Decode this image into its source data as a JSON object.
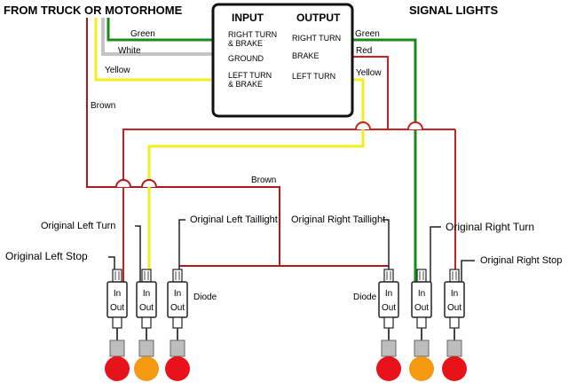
{
  "header": {
    "left_title": "FROM TRUCK OR MOTORHOME",
    "right_title": "SIGNAL LIGHTS"
  },
  "converter": {
    "input_heading": "INPUT",
    "output_heading": "OUTPUT",
    "input_rows": [
      [
        "RIGHT TURN",
        "& BRAKE"
      ],
      [
        "GROUND"
      ],
      [
        "LEFT TURN",
        "& BRAKE"
      ]
    ],
    "output_rows": [
      "RIGHT TURN",
      "BRAKE",
      "LEFT TURN"
    ]
  },
  "wires": {
    "green_in": "Green",
    "white": "White",
    "yellow_in": "Yellow",
    "brown_left": "Brown",
    "green_out": "Green",
    "red_out": "Red",
    "yellow_out": "Yellow",
    "brown_mid": "Brown"
  },
  "colors": {
    "green": "#1a8a1a",
    "red": "#cc1f1f",
    "yellow": "#f2ef1c",
    "brown": "#b0191c",
    "white": "#888888",
    "lamp_red": "#e8121a",
    "lamp_amber": "#f59a10"
  },
  "labels": {
    "original_left_turn": "Original Left Turn",
    "original_left_taillight": "Original Left Taillight",
    "original_right_taillight": "Original Right Taillight",
    "original_right_turn": "Original Right Turn",
    "original_left_stop": "Original Left Stop",
    "original_right_stop": "Original Right Stop",
    "diode_left": "Diode",
    "diode_right": "Diode"
  },
  "connector": {
    "in_label": "In",
    "out_label": "Out"
  }
}
